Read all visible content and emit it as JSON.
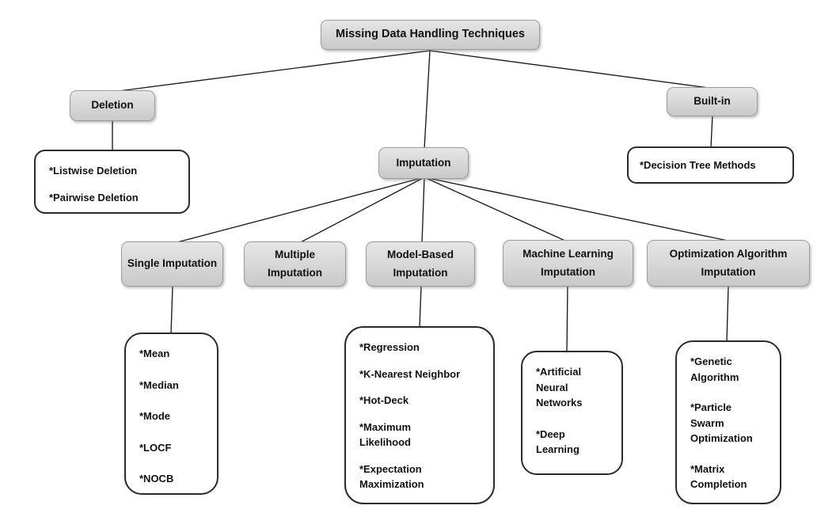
{
  "diagram": {
    "type": "tree",
    "colors": {
      "node_fill": "#d9d9d9",
      "node_border": "#9b9b9b",
      "leaf_border": "#2b2b2b",
      "connector": "#1a1a1a",
      "background": "#ffffff",
      "text": "#111111"
    },
    "nodes": {
      "root": {
        "label": "Missing Data Handling Techniques"
      },
      "deletion": {
        "label": "Deletion"
      },
      "imputation": {
        "label": "Imputation"
      },
      "builtin": {
        "label": "Built-in"
      },
      "single": {
        "label": "Single Imputation"
      },
      "multiple": {
        "label": "Multiple Imputation"
      },
      "model_based": {
        "label": "Model-Based Imputation"
      },
      "machine_learning": {
        "label": "Machine Learning Imputation"
      },
      "optimization": {
        "label": "Optimization Algorithm Imputation"
      }
    },
    "leaves": {
      "deletion": {
        "items": [
          "*Listwise Deletion",
          "*Pairwise Deletion"
        ]
      },
      "builtin": {
        "items": [
          "*Decision Tree Methods"
        ]
      },
      "single": {
        "items": [
          "*Mean",
          "*Median",
          "*Mode",
          "*LOCF",
          "*NOCB"
        ]
      },
      "model_based": {
        "items": [
          "*Regression",
          "*K-Nearest Neighbor",
          "*Hot-Deck",
          "*Maximum\nLikelihood",
          "*Expectation\nMaximization"
        ]
      },
      "machine_learning": {
        "items": [
          "*Artificial\nNeural\nNetworks",
          "*Deep\nLearning"
        ]
      },
      "optimization": {
        "items": [
          "*Genetic\nAlgorithm",
          "*Particle\nSwarm\nOptimization",
          "*Matrix\nCompletion"
        ]
      }
    },
    "edges": [
      [
        "root",
        "deletion"
      ],
      [
        "root",
        "imputation"
      ],
      [
        "root",
        "builtin"
      ],
      [
        "deletion",
        "deletion-leaf"
      ],
      [
        "builtin",
        "builtin-leaf"
      ],
      [
        "imputation",
        "single"
      ],
      [
        "imputation",
        "multiple"
      ],
      [
        "imputation",
        "model_based"
      ],
      [
        "imputation",
        "machine_learning"
      ],
      [
        "imputation",
        "optimization"
      ],
      [
        "single",
        "single-leaf"
      ],
      [
        "model_based",
        "model_based-leaf"
      ],
      [
        "machine_learning",
        "machine_learning-leaf"
      ],
      [
        "optimization",
        "optimization-leaf"
      ]
    ]
  }
}
